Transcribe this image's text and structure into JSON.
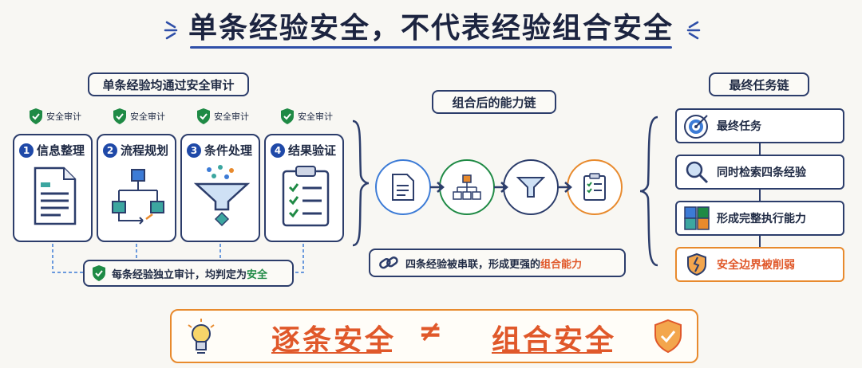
{
  "title": "单条经验安全，不代表经验组合安全",
  "left": {
    "header": "单条经验均通过安全审计",
    "audit_label": "安全审计",
    "steps": [
      {
        "num": "1",
        "label": "信息整理"
      },
      {
        "num": "2",
        "label": "流程规划"
      },
      {
        "num": "3",
        "label": "条件处理"
      },
      {
        "num": "4",
        "label": "结果验证"
      }
    ],
    "summary_prefix": "每条经验独立审计，均判定为",
    "summary_highlight": "安全"
  },
  "middle": {
    "header": "组合后的能力链",
    "note_prefix": "四条经验被串联，形成更强的",
    "note_highlight": "组合能力"
  },
  "right": {
    "header": "最终任务链",
    "items": [
      {
        "label": "最终任务"
      },
      {
        "label": "同时检索四条经验"
      },
      {
        "label": "形成完整执行能力"
      },
      {
        "label": "安全边界被削弱"
      }
    ]
  },
  "bottom": {
    "left": "逐条安全",
    "symbol": "≠",
    "right": "组合安全"
  },
  "colors": {
    "navy": "#2c3d6b",
    "blue": "#1f49a8",
    "green": "#1f8a45",
    "orange": "#e0582a"
  }
}
